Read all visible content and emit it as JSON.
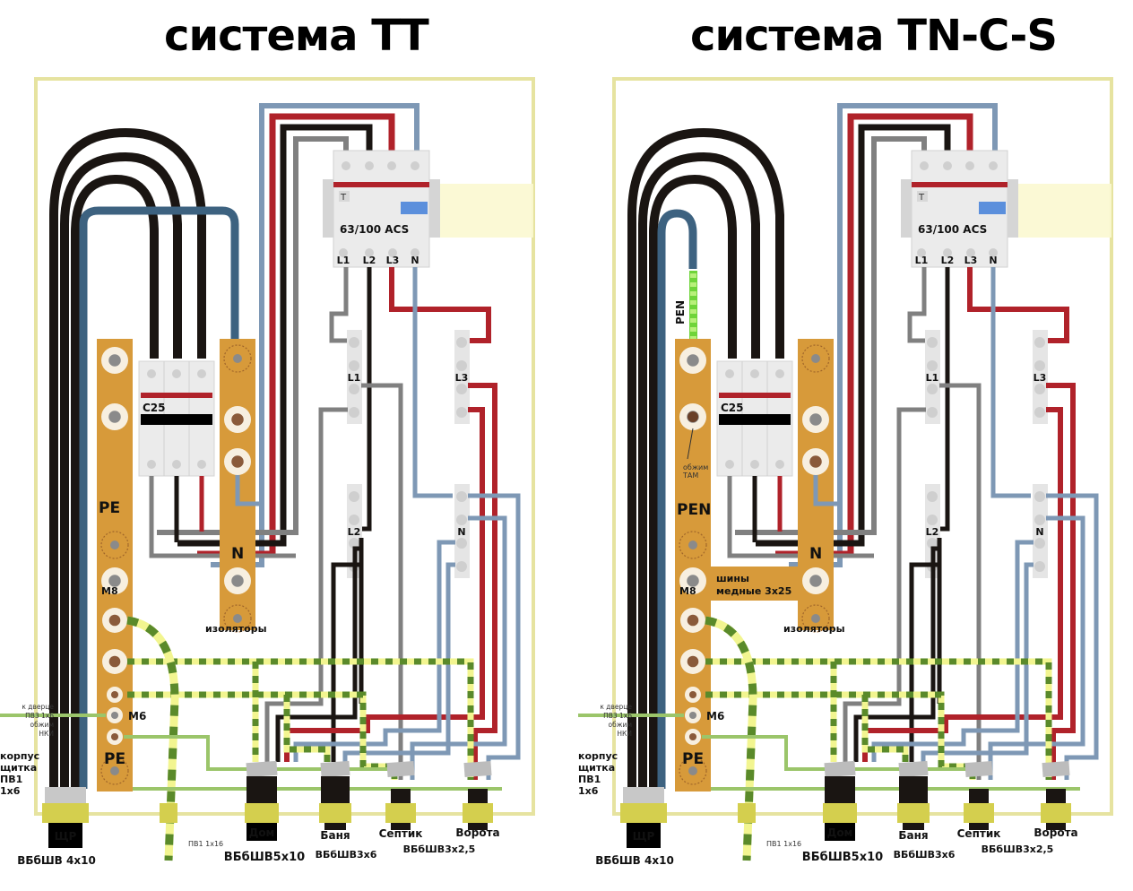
{
  "titles": {
    "left": "система  ТТ",
    "right": "система TN-C-S"
  },
  "colors": {
    "frame": "#e6e3a0",
    "black_wire": "#1a1512",
    "grey_wire": "#808080",
    "red_wire": "#b0222a",
    "blue_wire": "#7e98b5",
    "blue_dark_wire": "#3d6280",
    "pe_green": "#5a8a2a",
    "pe_yellow": "#f2f590",
    "light_green": "#9bc56a",
    "bus_copper": "#d79a3a",
    "gland_yellow": "#d4cf4e",
    "breaker_body": "#ebebeb",
    "pen_green": "#6fd43a"
  },
  "left": {
    "rcd": {
      "label": "63/100 ACS",
      "test": "T",
      "terminals": [
        "L1",
        "L2",
        "L3",
        "N"
      ]
    },
    "breaker": {
      "label": "C25"
    },
    "pe_bus": {
      "label_top": "PE",
      "label_bottom": "PE",
      "bolt_m8": "M8",
      "bolt_m6": "M6"
    },
    "n_bus": {
      "label": "N",
      "insulators": "изоляторы"
    },
    "distribution_blocks": [
      "L1",
      "L2",
      "L3",
      "N"
    ],
    "door_note": [
      "к дверце",
      "ПВ3 1х6",
      "обжим",
      "НКИ"
    ],
    "body_note": [
      "корпус",
      "щитка",
      "ПВ1",
      "1х6"
    ],
    "ground_wire_note": "ПВ1 1х16",
    "outputs": [
      {
        "name": "ЩР",
        "cable": "ВБбШВ 4х10"
      },
      {
        "name": "Дом",
        "cable": "ВБбШВ5х10"
      },
      {
        "name": "Баня",
        "cable": "ВБбШВ3х6"
      },
      {
        "name": "Септик",
        "cable": "ВБбШВ3х2,5"
      },
      {
        "name": "Ворота",
        "cable": ""
      }
    ]
  },
  "right": {
    "rcd": {
      "label": "63/100 ACS",
      "test": "T",
      "terminals": [
        "L1",
        "L2",
        "L3",
        "N"
      ]
    },
    "breaker": {
      "label": "C25"
    },
    "pen_wire_label": "PEN",
    "crimp_note": [
      "обжим",
      "ТАМ"
    ],
    "pe_bus": {
      "label_top": "PEN",
      "label_bottom": "PE",
      "bolt_m8": "M8",
      "bolt_m6": "M6"
    },
    "n_bus": {
      "label": "N",
      "insulators": "изоляторы"
    },
    "jumper_note": [
      "шины",
      "медные 3х25"
    ],
    "distribution_blocks": [
      "L1",
      "L2",
      "L3",
      "N"
    ],
    "door_note": [
      "к дверце",
      "ПВ3 1х6",
      "обжим",
      "НКИ"
    ],
    "body_note": [
      "корпус",
      "щитка",
      "ПВ1",
      "1х6"
    ],
    "ground_wire_note": "ПВ1 1х16",
    "outputs": [
      {
        "name": "ЩР",
        "cable": "ВБбШВ 4х10"
      },
      {
        "name": "Дом",
        "cable": "ВБбШВ5х10"
      },
      {
        "name": "Баня",
        "cable": "ВБбШВ3х6"
      },
      {
        "name": "Септик",
        "cable": "ВБбШВ3х2,5"
      },
      {
        "name": "Ворота",
        "cable": ""
      }
    ]
  }
}
